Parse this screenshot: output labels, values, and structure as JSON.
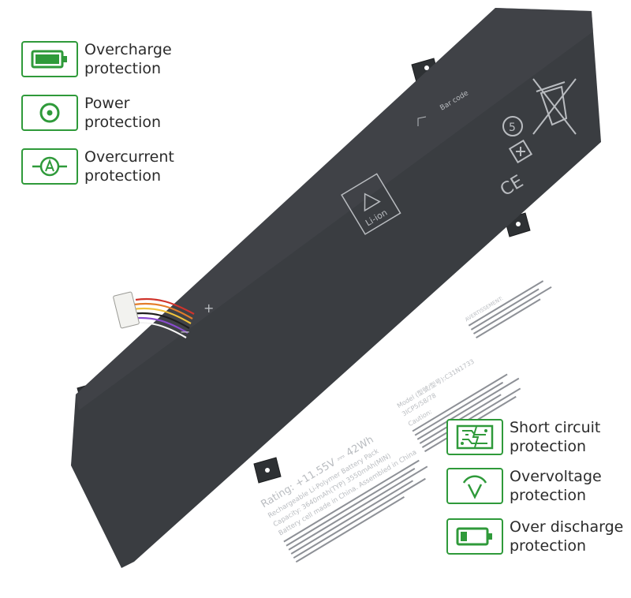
{
  "features_left": [
    {
      "icon": "battery-full-icon",
      "line1": "Overcharge",
      "line2": "protection"
    },
    {
      "icon": "power-target-icon",
      "line1": "Power",
      "line2": "protection"
    },
    {
      "icon": "ammeter-icon",
      "line1": "Overcurrent",
      "line2": "protection"
    }
  ],
  "features_right": [
    {
      "icon": "circuit-board-icon",
      "line1": "Short circuit",
      "line2": "protection"
    },
    {
      "icon": "voltmeter-icon",
      "line1": "Overvoltage",
      "line2": "protection"
    },
    {
      "icon": "battery-low-icon",
      "line1": "Over discharge",
      "line2": "protection"
    }
  ],
  "battery": {
    "rating": "Rating: +11.55V ⎓ 42Wh",
    "type": "Rechargeable Li-Polymer Battery Pack",
    "capacity": "Capacity: 3640mAh(TYP)  3550mAh(MIN)",
    "origin": "Battery cell made in China. Assembled in China",
    "model": "Model (型號/型号):C31N1733",
    "cells": "3ICP5/58/78",
    "polarity_plus": "+",
    "polarity_minus": "−",
    "liion": "Li-ion",
    "barcode": "Bar code",
    "ce": "CE",
    "epup_years": "5",
    "caution": "Caution:",
    "warning": "AVERTISSEMENT:"
  },
  "colors": {
    "accent": "#2f9a3a",
    "battery_body": "#3a3d41",
    "printed_text": "#b9bcc0"
  }
}
